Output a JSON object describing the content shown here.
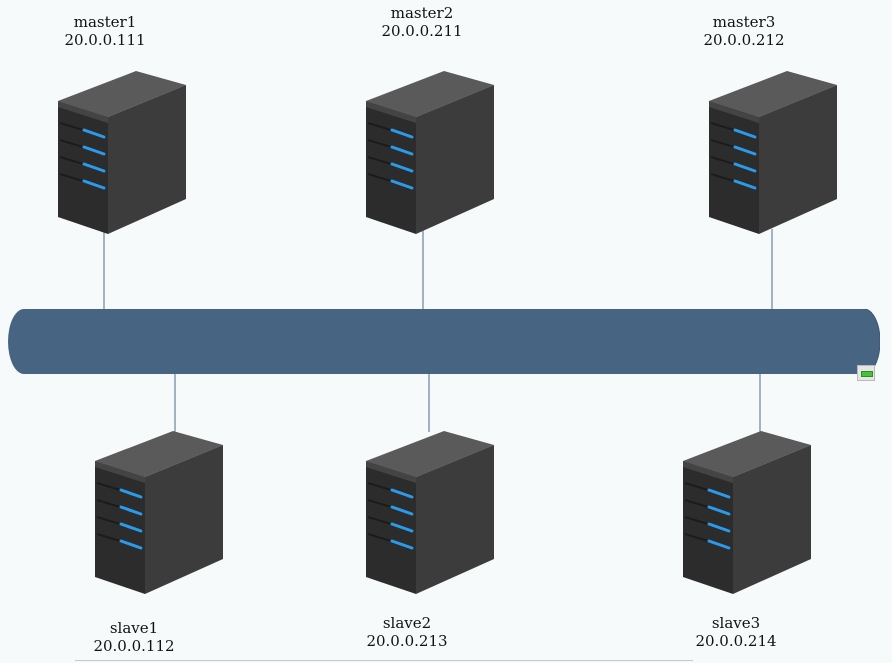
{
  "nodes": {
    "master1": {
      "name": "master1",
      "ip": "20.0.0.111"
    },
    "master2": {
      "name": "master2",
      "ip": "20.0.0.211"
    },
    "master3": {
      "name": "master3",
      "ip": "20.0.0.212"
    },
    "slave1": {
      "name": "slave1",
      "ip": "20.0.0.112"
    },
    "slave2": {
      "name": "slave2",
      "ip": "20.0.0.213"
    },
    "slave3": {
      "name": "slave3",
      "ip": "20.0.0.214"
    }
  },
  "colors": {
    "bus": "#476482",
    "wire": "#4c6f8e",
    "server_body": "#2f2f2f",
    "server_led": "#2a9bea",
    "background": "#f7fafa"
  },
  "icons": {
    "server": "server-tower-icon",
    "bus": "network-bus-cylinder",
    "handle": "resize-handle-icon"
  }
}
